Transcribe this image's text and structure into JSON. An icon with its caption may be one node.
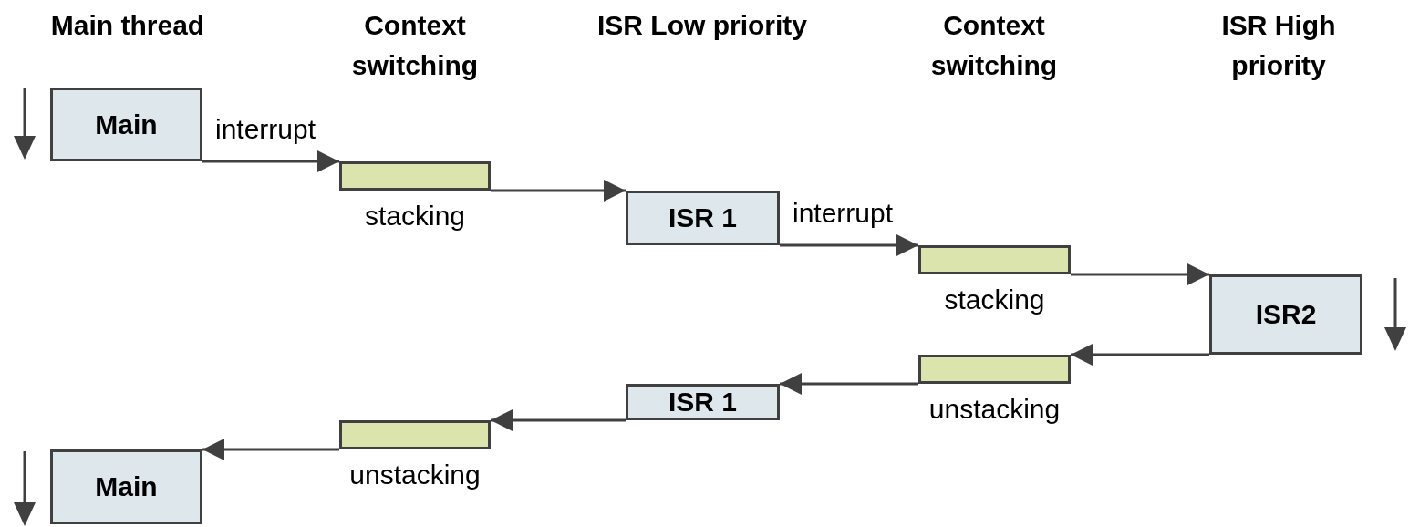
{
  "diagram": {
    "nodes": [
      {
        "text": [
          "Main"
        ]
      },
      {
        "text": [],
        "shape": "bar",
        "beside": [
          "stacking"
        ]
      },
      {
        "text": [
          "ISR 1"
        ]
      },
      {
        "text": [],
        "shape": "bar",
        "beside": [
          "stacking"
        ]
      },
      {
        "text": [
          "ISR2"
        ]
      },
      {
        "text": [],
        "shape": "bar",
        "beside": [
          "unstacking"
        ]
      },
      {
        "text": [
          "ISR 1"
        ]
      },
      {
        "text": [],
        "shape": "bar",
        "beside": [
          "unstacking"
        ]
      },
      {
        "text": [
          "Main"
        ]
      }
    ],
    "edges": [
      {
        "from": 0,
        "to": 1,
        "arrow": "to",
        "label": "interrupt"
      },
      {
        "from": 1,
        "to": 2,
        "arrow": "to"
      },
      {
        "from": 2,
        "to": 3,
        "arrow": "to",
        "label": "interrupt"
      },
      {
        "from": 3,
        "to": 4,
        "arrow": "to"
      },
      {
        "from": 4,
        "to": 5,
        "arrow": "to"
      },
      {
        "from": 5,
        "to": 6,
        "arrow": "to"
      },
      {
        "from": 6,
        "to": 7,
        "arrow": "to"
      },
      {
        "from": 7,
        "to": 8,
        "arrow": "to"
      }
    ],
    "labels": [
      "Main thread",
      "Context switching",
      "ISR Low priority",
      "Context switching",
      "ISR High priority"
    ]
  }
}
